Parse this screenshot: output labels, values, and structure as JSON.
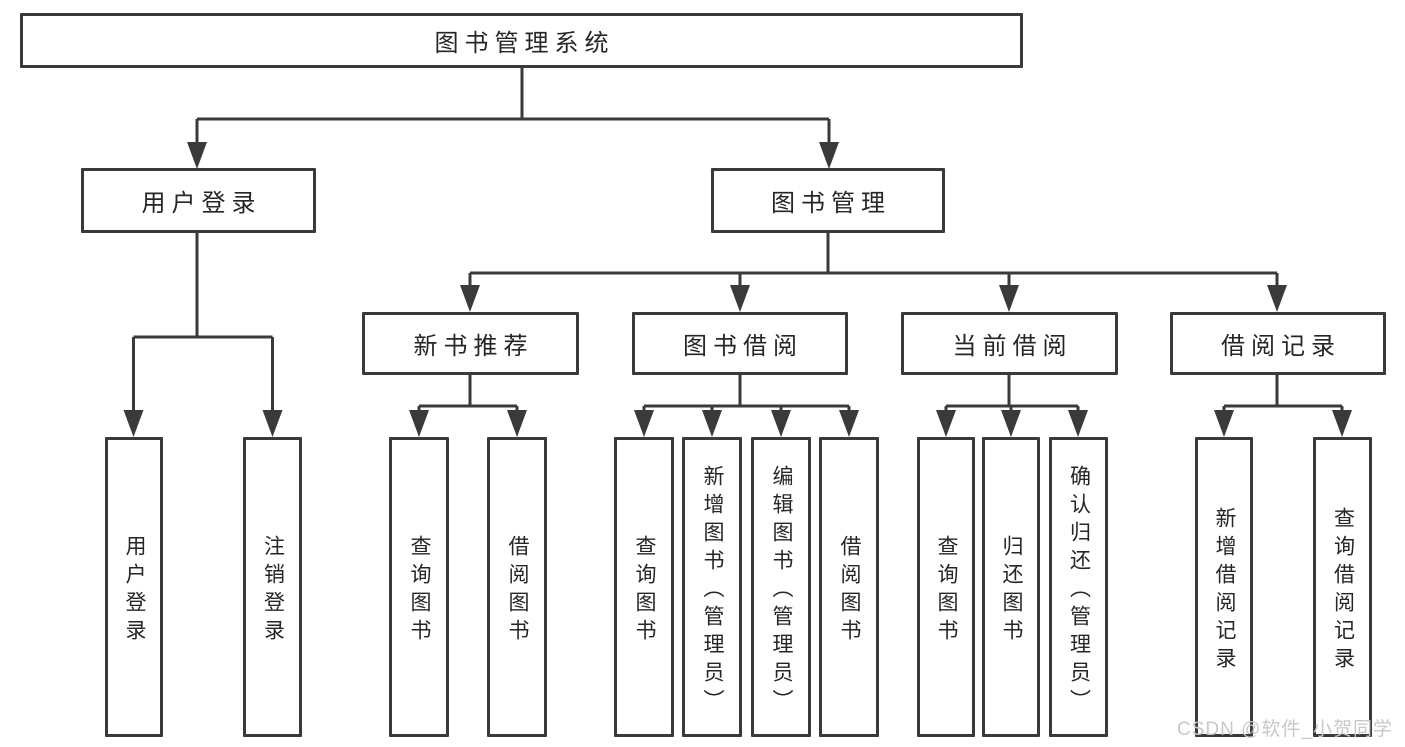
{
  "app": {
    "background": "#ffffff",
    "line_color": "#3a3a3a",
    "text_color": "#262626",
    "watermark_color": "#c8c8c8"
  },
  "tree": {
    "root": {
      "label": "图书管理系统"
    },
    "level1": [
      {
        "label": "用户登录",
        "parent": "图书管理系统"
      },
      {
        "label": "图书管理",
        "parent": "图书管理系统"
      }
    ],
    "level2": [
      {
        "label": "新书推荐",
        "parent": "图书管理"
      },
      {
        "label": "图书借阅",
        "parent": "图书管理"
      },
      {
        "label": "当前借阅",
        "parent": "图书管理"
      },
      {
        "label": "借阅记录",
        "parent": "图书管理"
      }
    ],
    "leaves": [
      {
        "label": "用户登录",
        "parent": "用户登录"
      },
      {
        "label": "注销登录",
        "parent": "用户登录"
      },
      {
        "label": "查询图书",
        "parent": "新书推荐"
      },
      {
        "label": "借阅图书",
        "parent": "新书推荐"
      },
      {
        "label": "查询图书",
        "parent": "图书借阅"
      },
      {
        "label": "新增图书（管理员）",
        "parent": "图书借阅"
      },
      {
        "label": "编辑图书（管理员）",
        "parent": "图书借阅"
      },
      {
        "label": "借阅图书",
        "parent": "图书借阅"
      },
      {
        "label": "查询图书",
        "parent": "当前借阅"
      },
      {
        "label": "归还图书",
        "parent": "当前借阅"
      },
      {
        "label": "确认归还（管理员）",
        "parent": "当前借阅"
      }
    ],
    "leaves2": [
      {
        "label": "新增借阅记录",
        "parent": "借阅记录"
      },
      {
        "label": "查询借阅记录",
        "parent": "借阅记录"
      }
    ]
  },
  "watermark": {
    "text": "CSDN @软件_小贺同学"
  }
}
